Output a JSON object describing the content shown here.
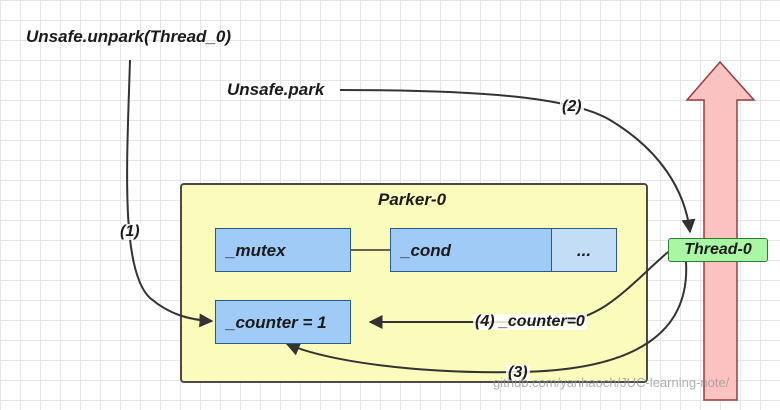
{
  "top_labels": {
    "unpark": "Unsafe.unpark(Thread_0)",
    "park": "Unsafe.park"
  },
  "parker": {
    "title": "Parker-0",
    "mutex": "_mutex",
    "cond": "_cond",
    "ellipsis": "...",
    "counter": "_counter = 1"
  },
  "thread": {
    "label": "Thread-0"
  },
  "steps": {
    "s1": "(1)",
    "s2": "(2)",
    "s3": "(3)",
    "s4": "(4) _counter=0"
  },
  "watermark": "github.com/yanhaoch/JUC-learning-note/",
  "colors": {
    "parker_fill": "#fbfbbb",
    "field_fill": "#9fcbf6",
    "thread_fill": "#a9f7a4",
    "time_arrow_fill": "#fbc2c2"
  }
}
